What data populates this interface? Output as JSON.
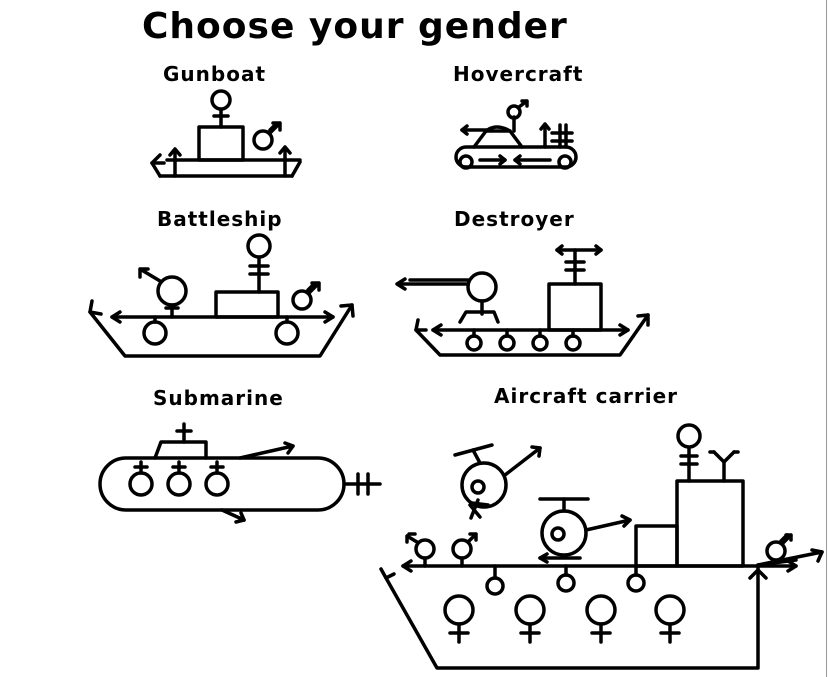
{
  "title": "Choose your gender",
  "options": [
    {
      "id": "gunboat",
      "label": "Gunboat"
    },
    {
      "id": "hovercraft",
      "label": "Hovercraft"
    },
    {
      "id": "battleship",
      "label": "Battleship"
    },
    {
      "id": "destroyer",
      "label": "Destroyer"
    },
    {
      "id": "submarine",
      "label": "Submarine"
    },
    {
      "id": "aircraft-carrier",
      "label": "Aircraft carrier"
    }
  ]
}
